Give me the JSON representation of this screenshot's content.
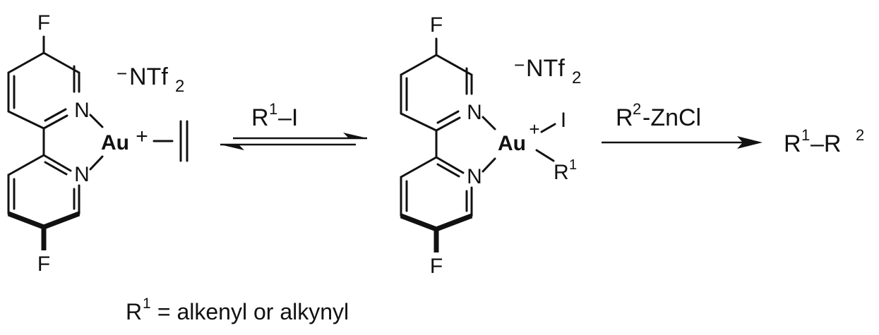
{
  "colors": {
    "gold": "#3d5a73",
    "ink": "#111111"
  },
  "complex1": {
    "f_top": "F",
    "f_bottom": "F",
    "n_top": "N",
    "n_bottom": "N",
    "metal": "Au",
    "charge": "+",
    "counterion_sign": "−",
    "counterion_main": "NTf",
    "counterion_sub": "2"
  },
  "complex2": {
    "f_top": "F",
    "f_bottom": "F",
    "n_top": "N",
    "n_bottom": "N",
    "metal": "Au",
    "charge": "+",
    "iodide": "I",
    "r_main": "R",
    "r_sup": "1",
    "counterion_sign": "−",
    "counterion_main": "NTf",
    "counterion_sub": "2"
  },
  "arrow1": {
    "reagent_r": "R",
    "reagent_sup": "1",
    "reagent_rest": "–I"
  },
  "arrow2": {
    "reagent_r": "R",
    "reagent_sup": "2",
    "reagent_rest": "-ZnCl"
  },
  "product": {
    "r1": "R",
    "sup1": "1",
    "dash": "–R",
    "sup2": "2"
  },
  "caption": {
    "r": "R",
    "sup": "1",
    "text": " = alkenyl or alkynyl"
  }
}
